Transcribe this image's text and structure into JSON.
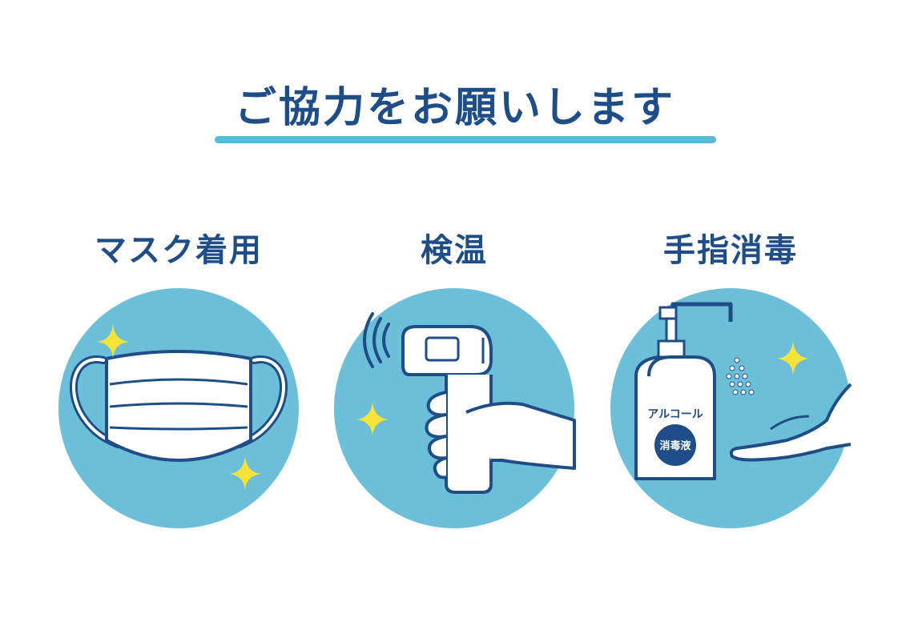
{
  "header": {
    "title": "ご協力をお願いします"
  },
  "colors": {
    "navy": "#1e4d87",
    "circle": "#6bbfd8",
    "accent_line": "#5ab9d6",
    "sparkle": "#f6e33a"
  },
  "panels": [
    {
      "label": "マスク着用",
      "icon": "face-mask-icon"
    },
    {
      "label": "検温",
      "icon": "thermometer-icon"
    },
    {
      "label": "手指消毒",
      "icon": "sanitizer-icon"
    }
  ],
  "sanitizer": {
    "bottle_text": "アルコール",
    "badge_text": "消毒液"
  }
}
